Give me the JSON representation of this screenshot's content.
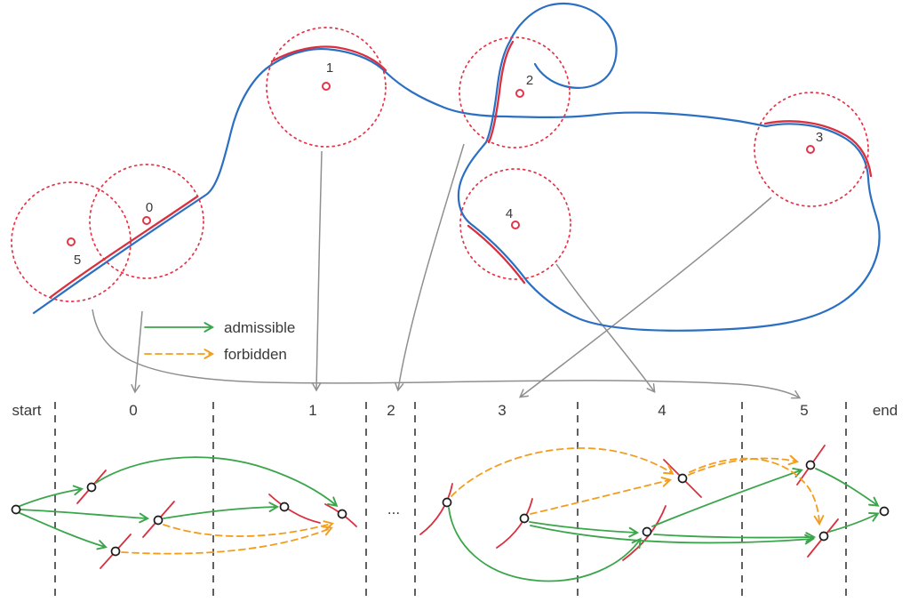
{
  "figure": {
    "type": "trajectory-corridor-graph-diagram",
    "background": "#ffffff"
  },
  "colors": {
    "trajectory": "#2b6fc2",
    "highlight": "#d93040",
    "region": "#e43448",
    "admissible": "#3aa54a",
    "forbidden": "#f29d1e",
    "mapping": "#8f8f8f",
    "node": "#1b1b1b",
    "divider": "#2b2b2b",
    "label": "#3a3a3a"
  },
  "legend": {
    "admissible": "admissible",
    "forbidden": "forbidden"
  },
  "regions": [
    {
      "label": "0"
    },
    {
      "label": "1"
    },
    {
      "label": "2"
    },
    {
      "label": "3"
    },
    {
      "label": "4"
    },
    {
      "label": "5"
    }
  ],
  "graph": {
    "columns": [
      "start",
      "0",
      "1",
      "2",
      "3",
      "4",
      "5",
      "end"
    ],
    "ellipsis": "...",
    "nodes": [
      "start",
      "0a",
      "0b",
      "0c",
      "1a",
      "1b",
      "3a",
      "3b",
      "4a",
      "4b",
      "5a",
      "5b",
      "end"
    ],
    "admissible_edges": [
      [
        "start",
        "0a"
      ],
      [
        "start",
        "0b"
      ],
      [
        "start",
        "0c"
      ],
      [
        "0a",
        "1b"
      ],
      [
        "0c",
        "1a"
      ],
      [
        "3a",
        "4b"
      ],
      [
        "3b",
        "4b"
      ],
      [
        "3b",
        "5b"
      ],
      [
        "4b",
        "5a"
      ],
      [
        "4b",
        "5b"
      ],
      [
        "5a",
        "end"
      ],
      [
        "5b",
        "end"
      ]
    ],
    "forbidden_edges": [
      [
        "0c",
        "1b"
      ],
      [
        "0b",
        "1b"
      ],
      [
        "3a",
        "4a"
      ],
      [
        "3b",
        "4a"
      ],
      [
        "4a",
        "5a"
      ],
      [
        "4a",
        "5b"
      ]
    ]
  }
}
